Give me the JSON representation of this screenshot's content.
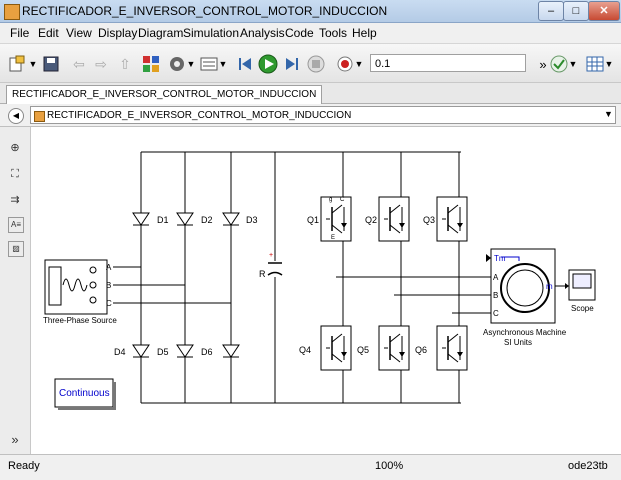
{
  "window": {
    "title": "RECTIFICADOR_E_INVERSOR_CONTROL_MOTOR_INDUCCION",
    "minimize": "–",
    "maximize": "□",
    "close": "✕"
  },
  "menu": [
    "File",
    "Edit",
    "View",
    "Display",
    "Diagram",
    "Simulation",
    "Analysis",
    "Code",
    "Tools",
    "Help"
  ],
  "toolbar": {
    "stop_time": "0.1"
  },
  "tab": {
    "label": "RECTIFICADOR_E_INVERSOR_CONTROL_MOTOR_INDUCCION"
  },
  "breadcrumb": {
    "label": "RECTIFICADOR_E_INVERSOR_CONTROL_MOTOR_INDUCCION"
  },
  "diagram": {
    "source_label": "Three-Phase Source",
    "phases": [
      "A",
      "B",
      "C"
    ],
    "diodes_top": [
      "D1",
      "D2",
      "D3"
    ],
    "diodes_bottom": [
      "D4",
      "D5",
      "D6"
    ],
    "cap_label": "R",
    "igbt_top": [
      "Q1",
      "Q2",
      "Q3"
    ],
    "igbt_bottom": [
      "Q4",
      "Q5",
      "Q6"
    ],
    "igbt_ports": {
      "g": "g",
      "c": "C",
      "e": "E"
    },
    "machine_label_1": "Asynchronous Machine",
    "machine_label_2": "SI Units",
    "machine_ports": {
      "tm": "Tm",
      "m": "m",
      "a": "A",
      "b": "B",
      "c": "C"
    },
    "scope_label": "Scope",
    "powergui": "Continuous"
  },
  "status": {
    "state": "Ready",
    "zoom": "100%",
    "solver": "ode23tb"
  },
  "colors": {
    "accent": "#0000cc",
    "wire": "#000000",
    "titlebar": "#c9dcf1"
  }
}
